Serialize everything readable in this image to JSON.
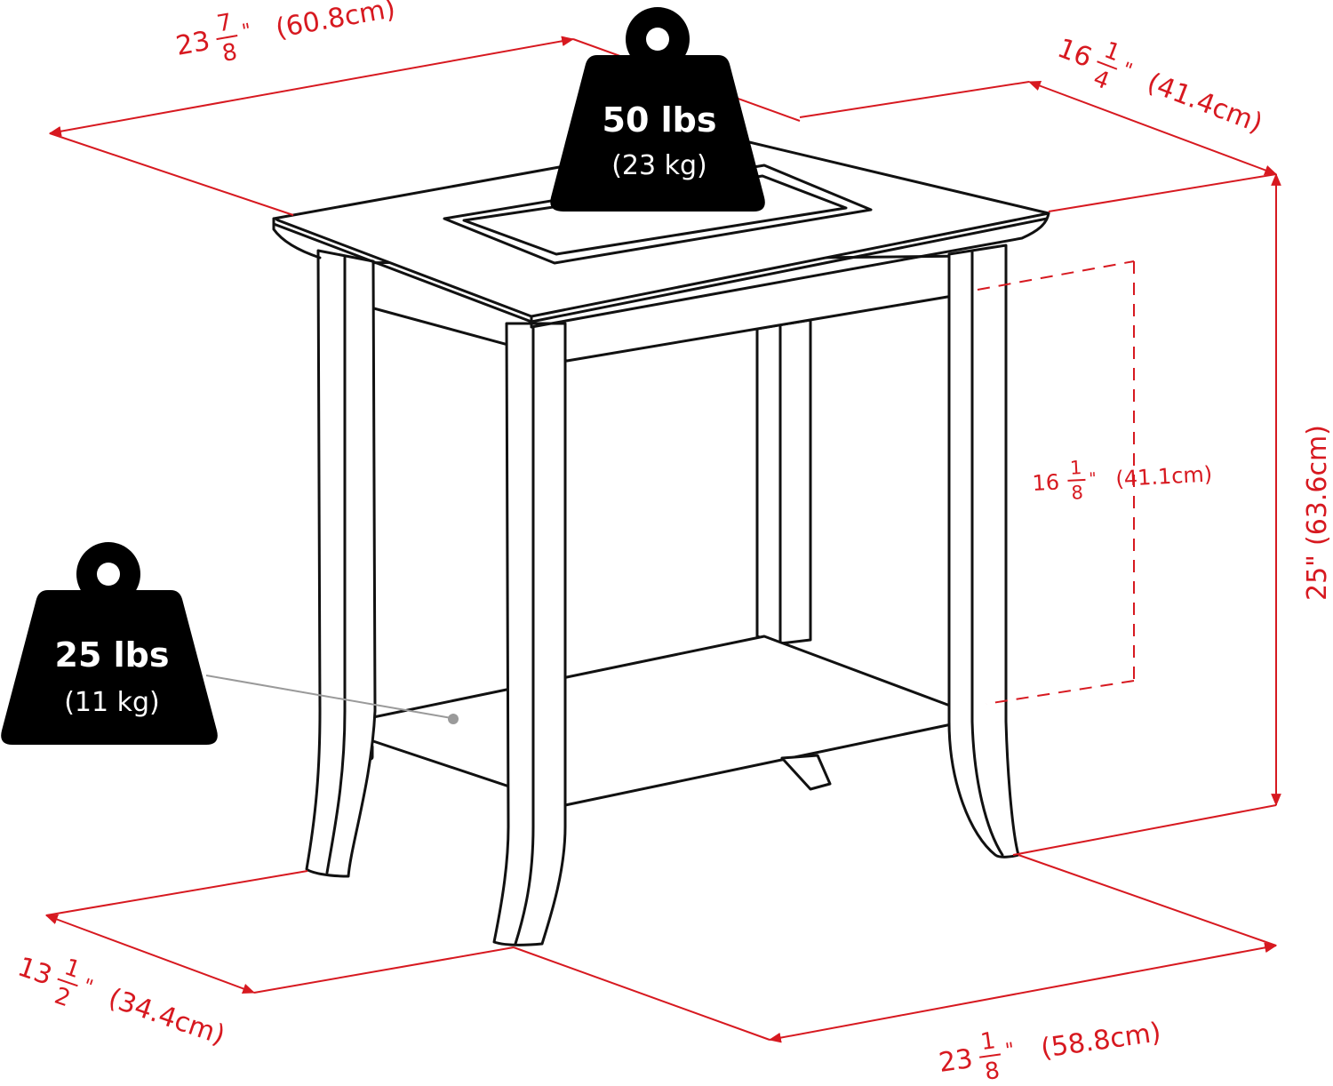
{
  "colors": {
    "dimension": "#d71920",
    "outline": "#111111",
    "weight_fill": "#000000",
    "callout_line": "#9a9a9a"
  },
  "icons": {
    "weight": "weight-icon"
  },
  "top_width": {
    "whole": "23",
    "num": "7",
    "den": "8",
    "unit": "\"",
    "metric": "(60.8cm)"
  },
  "top_depth": {
    "whole": "16",
    "num": "1",
    "den": "4",
    "unit": "\"",
    "metric": "(41.4cm)"
  },
  "height": {
    "label": "25\"",
    "metric": "(63.6cm)"
  },
  "clearance": {
    "whole": "16",
    "num": "1",
    "den": "8",
    "unit": "\"",
    "metric": "(41.1cm)"
  },
  "base_depth": {
    "whole": "13",
    "num": "1",
    "den": "2",
    "unit": "\"",
    "metric": "(34.4cm)"
  },
  "base_width": {
    "whole": "23",
    "num": "1",
    "den": "8",
    "unit": "\"",
    "metric": "(58.8cm)"
  },
  "top_weight": {
    "value": "50 lbs",
    "metric": "(23 kg)"
  },
  "shelf_weight": {
    "value": "25 lbs",
    "metric": "(11 kg)"
  }
}
